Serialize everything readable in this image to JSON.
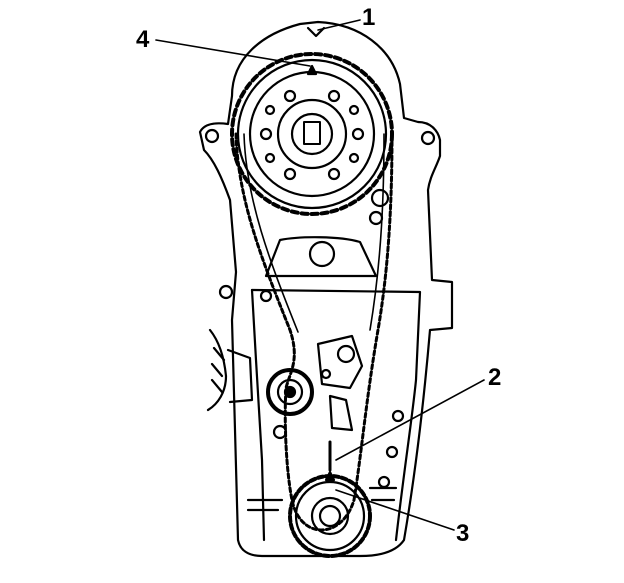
{
  "diagram": {
    "callouts": [
      {
        "id": "1",
        "label": "1"
      },
      {
        "id": "2",
        "label": "2"
      },
      {
        "id": "3",
        "label": "3"
      },
      {
        "id": "4",
        "label": "4"
      }
    ]
  },
  "colors": {
    "ink": "#000000",
    "paper": "#ffffff"
  }
}
